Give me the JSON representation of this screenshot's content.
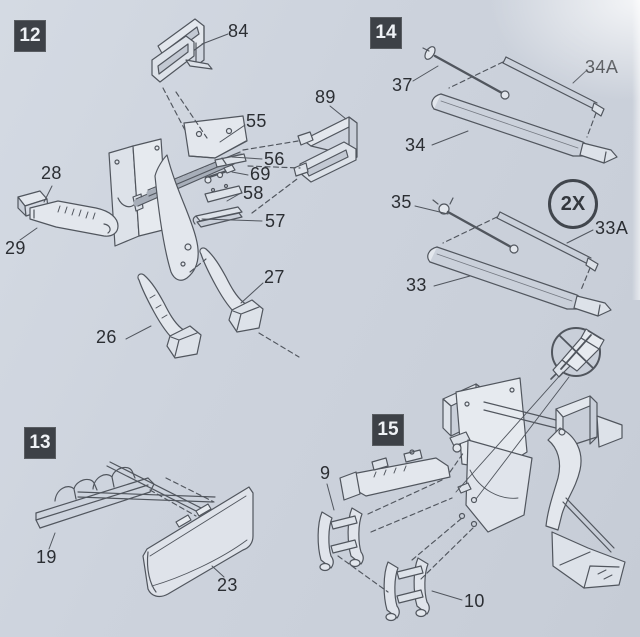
{
  "document": {
    "kind": "model-kit-assembly-instructions",
    "colors": {
      "paper": "#cdd3dd",
      "line": "#51565e",
      "label": "#2b2e33",
      "badge_bg": "#3d4147",
      "badge_fg": "#eef1f5"
    }
  },
  "steps": [
    {
      "number": "12",
      "part_labels": {
        "p84": "84",
        "p89": "89",
        "p55": "55",
        "p56": "56",
        "p69": "69",
        "p58": "58",
        "p57": "57",
        "p28": "28",
        "p29": "29",
        "p27": "27",
        "p26": "26"
      }
    },
    {
      "number": "14",
      "quantity_note": "2X",
      "part_labels": {
        "p37": "37",
        "p34a": "34A",
        "p34": "34",
        "p35": "35",
        "p33a": "33A",
        "p33": "33"
      }
    },
    {
      "number": "13",
      "part_labels": {
        "p19": "19",
        "p23": "23"
      }
    },
    {
      "number": "15",
      "icon": "no-glue-icon",
      "part_labels": {
        "p9": "9",
        "p10": "10"
      }
    }
  ]
}
